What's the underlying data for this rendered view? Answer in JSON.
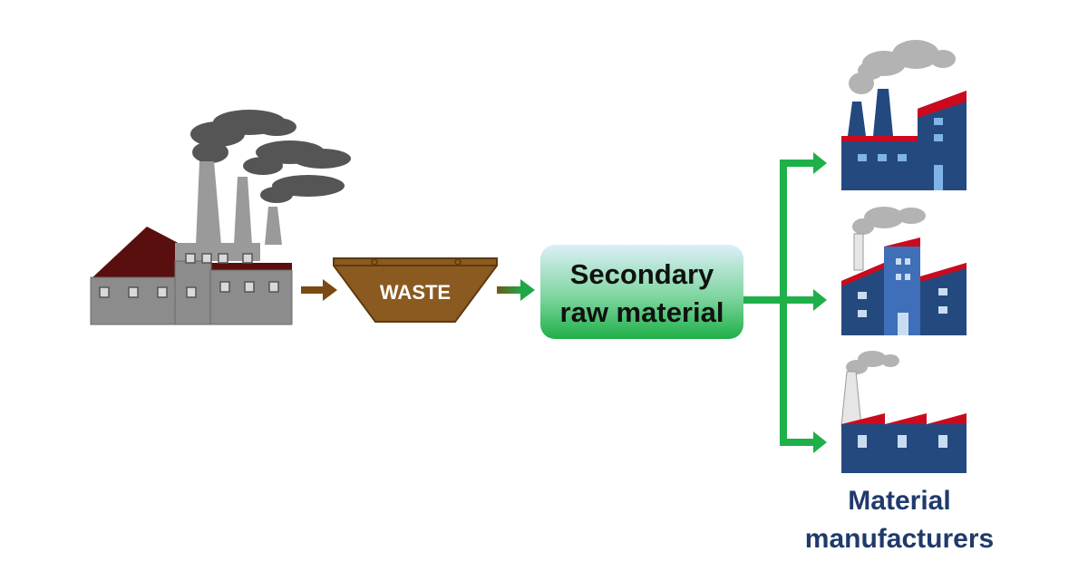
{
  "diagram": {
    "waste_label": "WASTE",
    "secondary_box": {
      "line1": "Secondary",
      "line2": "raw material"
    },
    "manufacturers_label": {
      "line1": "Material",
      "line2": "manufacturers"
    }
  },
  "colors": {
    "background": "#ffffff",
    "factory_gray": "#8c8c8c",
    "factory_roof": "#5a0f0f",
    "smoke": "#555555",
    "waste_bin": "#8b5a20",
    "arrow_brown": "#7a4a12",
    "arrow_green": "#1fb04a",
    "secondary_box_top": "#d6ecf7",
    "secondary_box_bottom": "#2fbf55",
    "manufacturer_blue": "#24497f",
    "manufacturer_roof": "#cc0a1e",
    "manufacturer_smoke": "#b3b3b3",
    "manufacturer_label": "#1f3a6b"
  },
  "icons": [
    "polluting-factory-icon",
    "waste-skip-icon",
    "manufacturer-factory-icon"
  ]
}
